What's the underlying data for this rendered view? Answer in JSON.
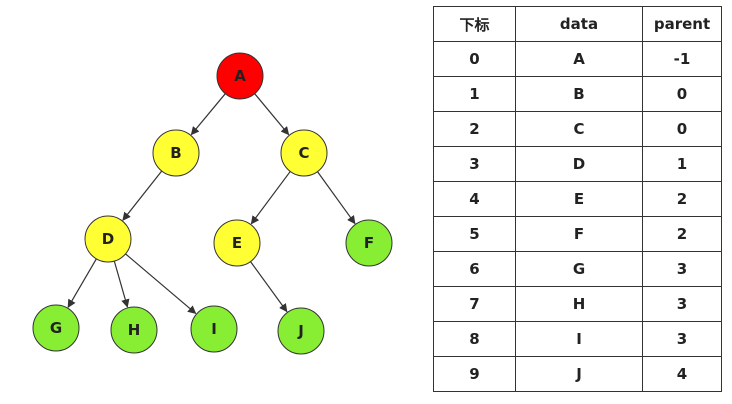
{
  "tree": {
    "colors": {
      "root": "#ff0000",
      "internal": "#ffff33",
      "leaf": "#88ee33",
      "stroke": "#333333",
      "edge": "#333333"
    },
    "nodes": [
      {
        "id": "A",
        "label": "A",
        "kind": "root"
      },
      {
        "id": "B",
        "label": "B",
        "kind": "internal"
      },
      {
        "id": "C",
        "label": "C",
        "kind": "internal"
      },
      {
        "id": "D",
        "label": "D",
        "kind": "internal"
      },
      {
        "id": "E",
        "label": "E",
        "kind": "internal"
      },
      {
        "id": "F",
        "label": "F",
        "kind": "leaf"
      },
      {
        "id": "G",
        "label": "G",
        "kind": "leaf"
      },
      {
        "id": "H",
        "label": "H",
        "kind": "leaf"
      },
      {
        "id": "I",
        "label": "I",
        "kind": "leaf"
      },
      {
        "id": "J",
        "label": "J",
        "kind": "leaf"
      }
    ],
    "edges": [
      {
        "from": "A",
        "to": "B"
      },
      {
        "from": "A",
        "to": "C"
      },
      {
        "from": "B",
        "to": "D"
      },
      {
        "from": "C",
        "to": "E"
      },
      {
        "from": "C",
        "to": "F"
      },
      {
        "from": "D",
        "to": "G"
      },
      {
        "from": "D",
        "to": "H"
      },
      {
        "from": "D",
        "to": "I"
      },
      {
        "from": "E",
        "to": "J"
      }
    ]
  },
  "table": {
    "headers": [
      "下标",
      "data",
      "parent"
    ],
    "rows": [
      [
        "0",
        "A",
        "-1"
      ],
      [
        "1",
        "B",
        "0"
      ],
      [
        "2",
        "C",
        "0"
      ],
      [
        "3",
        "D",
        "1"
      ],
      [
        "4",
        "E",
        "2"
      ],
      [
        "5",
        "F",
        "2"
      ],
      [
        "6",
        "G",
        "3"
      ],
      [
        "7",
        "H",
        "3"
      ],
      [
        "8",
        "I",
        "3"
      ],
      [
        "9",
        "J",
        "4"
      ]
    ]
  }
}
